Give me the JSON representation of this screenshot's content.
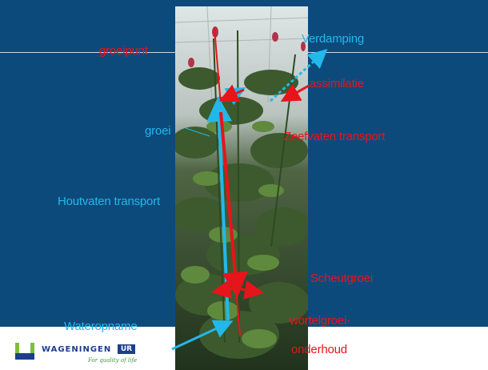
{
  "colors": {
    "background": "#0d4a7c",
    "red": "#e8141b",
    "blue": "#22b8ea"
  },
  "labels": {
    "groeipunt": "groeipunt",
    "verdamping": "Verdamping",
    "assimilatie": "assimilatie",
    "groei": "groei",
    "zeefvaten": "Zeefvaten transport",
    "houtvaten": "Houtvaten transport",
    "scheutgroei": "Scheutgroei",
    "wateropname": "Wateropname",
    "wortelgroei": "wortelgroei-",
    "onderhoud": "onderhoud"
  },
  "logo": {
    "name": "WAGENINGEN",
    "mark": "UR",
    "tagline": "For quality of life"
  }
}
